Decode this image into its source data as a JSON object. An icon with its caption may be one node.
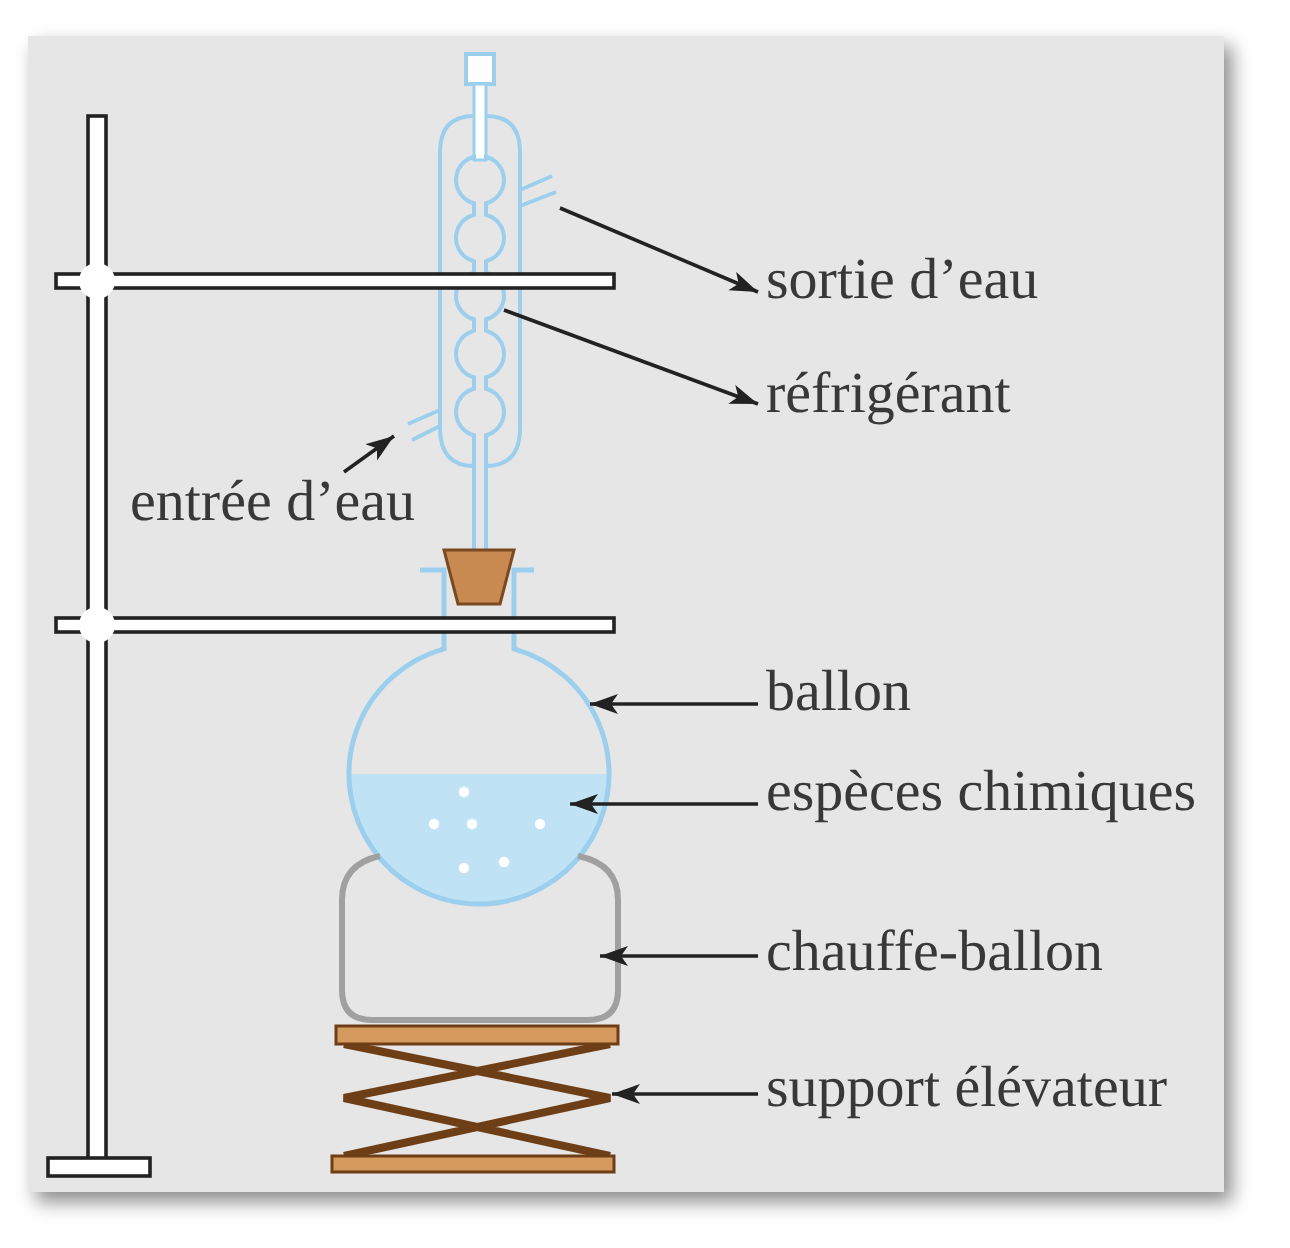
{
  "diagram": {
    "nodes": [
      {
        "text": [
          "sortie d’eau"
        ]
      },
      {
        "text": [
          "réfrigérant"
        ]
      },
      {
        "text": [
          "entrée d’eau"
        ]
      },
      {
        "text": [
          "ballon"
        ]
      },
      {
        "text": [
          "espèces chimiques"
        ]
      },
      {
        "text": [
          "chauffe-ballon"
        ]
      },
      {
        "text": [
          "support élévateur"
        ]
      },
      {
        "text": [],
        "shape": "picture"
      },
      {
        "text": [],
        "shape": "picture"
      },
      {
        "text": [],
        "shape": "picture"
      },
      {
        "text": [],
        "shape": "picture"
      },
      {
        "text": [],
        "shape": "picture",
        "in": 10
      },
      {
        "text": [],
        "shape": "picture"
      },
      {
        "text": [],
        "shape": "picture"
      }
    ],
    "edges": [
      {
        "from": 7,
        "to": 0,
        "arrow": "to"
      },
      {
        "from": 8,
        "to": 1,
        "arrow": "to"
      },
      {
        "from": 2,
        "to": 9,
        "arrow": "to"
      },
      {
        "from": 3,
        "to": 10,
        "arrow": "to"
      },
      {
        "from": 4,
        "to": 11,
        "arrow": "to"
      },
      {
        "from": 5,
        "to": 12,
        "arrow": "to"
      },
      {
        "from": 6,
        "to": 13,
        "arrow": "to"
      }
    ]
  }
}
